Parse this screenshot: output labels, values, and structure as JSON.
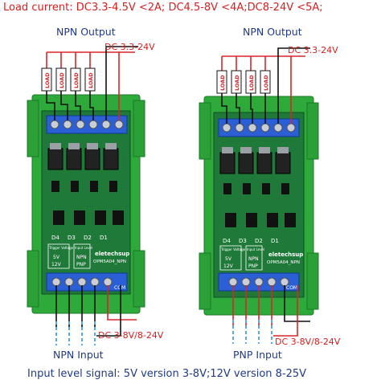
{
  "header": {
    "load_current": "Load current: DC3.3-4.5V <2A; DC4.5-8V <4A;DC8-24V <5A;"
  },
  "left_module": {
    "output_title": "NPN Output",
    "output_supply": "DC 3.3-24V",
    "load_labels": [
      "LOAD",
      "LOAD",
      "LOAD",
      "LOAD"
    ],
    "board_text_brand": "eletechsup",
    "board_text_model": "OPM5A04_NPN",
    "board_text_trigger": "Trigger Voltage",
    "board_text_input_level": "Input Level",
    "board_text_5v": "5V",
    "board_text_12v": "12V",
    "board_text_npn": "NPN",
    "board_text_pnp": "PNP",
    "channel_labels": [
      "D4",
      "D3",
      "D2",
      "D1"
    ],
    "input_supply": "DC 3-8V/8-24V",
    "input_title": "NPN Input",
    "terminal_com": "COM"
  },
  "right_module": {
    "output_title": "NPN Output",
    "output_supply": "DC 3.3-24V",
    "load_labels": [
      "LOAD",
      "LOAD",
      "LOAD",
      "LOAD"
    ],
    "board_text_brand": "eletechsup",
    "board_text_model": "OPM5A04_NPN",
    "board_text_trigger": "Trigger Voltage",
    "board_text_input_level": "Input Level",
    "board_text_5v": "5V",
    "board_text_12v": "12V",
    "board_text_npn": "NPN",
    "board_text_pnp": "PNP",
    "channel_labels": [
      "D4",
      "D3",
      "D2",
      "D1"
    ],
    "input_supply": "DC 3-8V/8-24V",
    "input_title": "PNP Input",
    "terminal_com": "COM"
  },
  "footer": {
    "input_level_signal": "Input level signal: 5V version 3-8V;12V version 8-25V"
  },
  "colors": {
    "pcb_green": "#1f7a3a",
    "din_rail_green": "#2eaa3a",
    "terminal_blue": "#2a5fd6",
    "wire_red": "#d8262a",
    "wire_black": "#111111",
    "signal_blue": "#5aa8e8",
    "text_red": "#d61f1f",
    "text_blue": "#1f3a8a"
  }
}
